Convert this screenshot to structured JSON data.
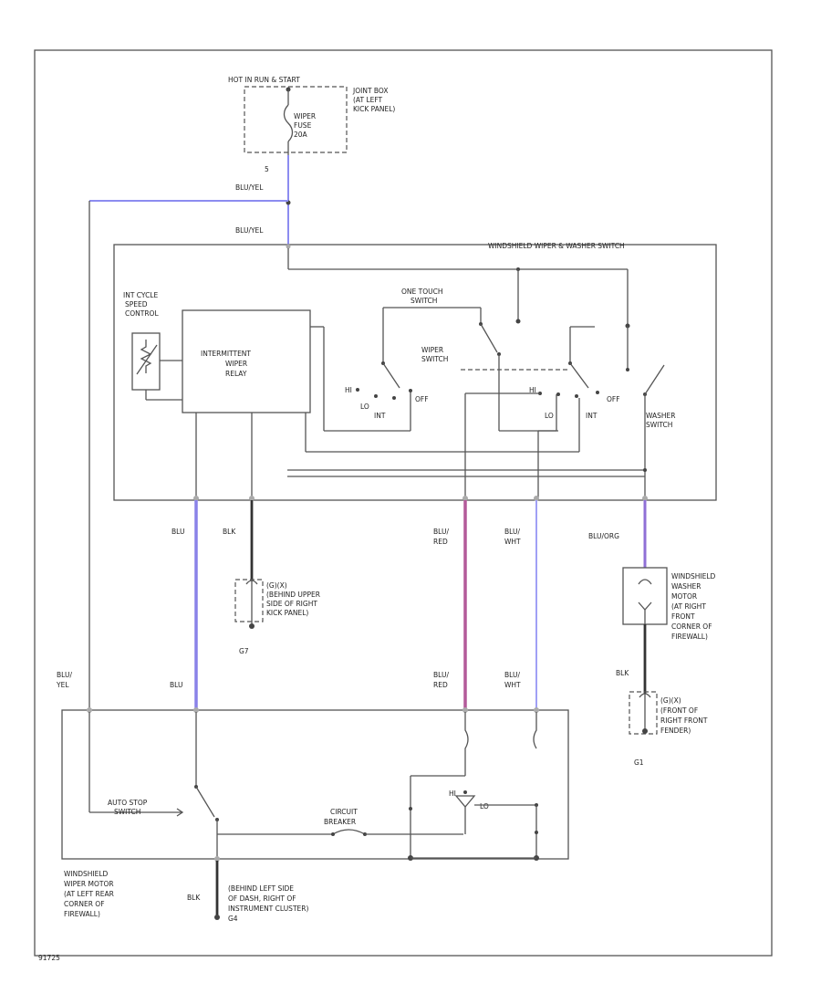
{
  "labels": {
    "hot_in": "HOT IN RUN & START",
    "joint_box": [
      "JOINT BOX",
      "(AT LEFT",
      "KICK PANEL)"
    ],
    "fuse": [
      "WIPER",
      "FUSE",
      "20A"
    ],
    "fuse_pin": "5",
    "blu_yel_1": "BLU/YEL",
    "blu_yel_2": "BLU/YEL",
    "switch_title": "WINDSHIELD WIPER & WASHER SWITCH",
    "int_cycle": [
      "INT CYCLE",
      "SPEED",
      "CONTROL"
    ],
    "int_relay": [
      "INTERMITTENT",
      "WIPER",
      "RELAY"
    ],
    "one_touch": [
      "ONE TOUCH",
      "SWITCH"
    ],
    "wiper_switch": [
      "WIPER",
      "SWITCH"
    ],
    "hi_1": "HI",
    "lo_1": "LO",
    "int_1": "INT",
    "off_1": "OFF",
    "hi_2": "HI",
    "lo_2": "LO",
    "int_2": "INT",
    "off_2": "OFF",
    "washer_switch": [
      "WASHER",
      "SWITCH"
    ],
    "blu_1": "BLU",
    "blk_1": "BLK",
    "blu_red_1": [
      "BLU/",
      "RED"
    ],
    "blu_wht_1": [
      "BLU/",
      "WHT"
    ],
    "blu_org": "BLU/ORG",
    "g_upper": [
      "(G)(X)",
      "(BEHIND UPPER",
      "SIDE OF RIGHT",
      "KICK PANEL)"
    ],
    "g_upper_id": "G7",
    "washer_motor": [
      "WINDSHIELD",
      "WASHER",
      "MOTOR",
      "(AT RIGHT",
      "FRONT",
      "CORNER OF",
      "FIREWALL)"
    ],
    "blk_2": "BLK",
    "g_fender": [
      "(G)(X)",
      "(FRONT OF",
      "RIGHT FRONT",
      "FENDER)"
    ],
    "g_fender_id": "G1",
    "blu_yel_3": [
      "BLU/",
      "YEL"
    ],
    "blu_2": "BLU",
    "blu_red_2": [
      "BLU/",
      "RED"
    ],
    "blu_wht_2": [
      "BLU/",
      "WHT"
    ],
    "hi_m": "HI",
    "lo_m": "LO",
    "auto_stop": [
      "AUTO STOP",
      "SWITCH"
    ],
    "circuit_breaker": [
      "CIRCUIT",
      "BREAKER"
    ],
    "wiper_motor": [
      "WINDSHIELD",
      "WIPER MOTOR",
      "(AT LEFT REAR",
      "CORNER OF",
      "FIREWALL)"
    ],
    "blk_3": "BLK",
    "g_dash": [
      "(BEHIND LEFT SIDE",
      "OF DASH, RIGHT OF",
      "INSTRUMENT CLUSTER)",
      "G4"
    ],
    "fig_id": "91725"
  },
  "colors": {
    "blu": "#8a82e8",
    "red_stripe": "#b35a9a",
    "wht_stripe": "#a0a0f5",
    "org_stripe": "#8f6fd6",
    "blk": "#333333",
    "line": "#555555"
  }
}
